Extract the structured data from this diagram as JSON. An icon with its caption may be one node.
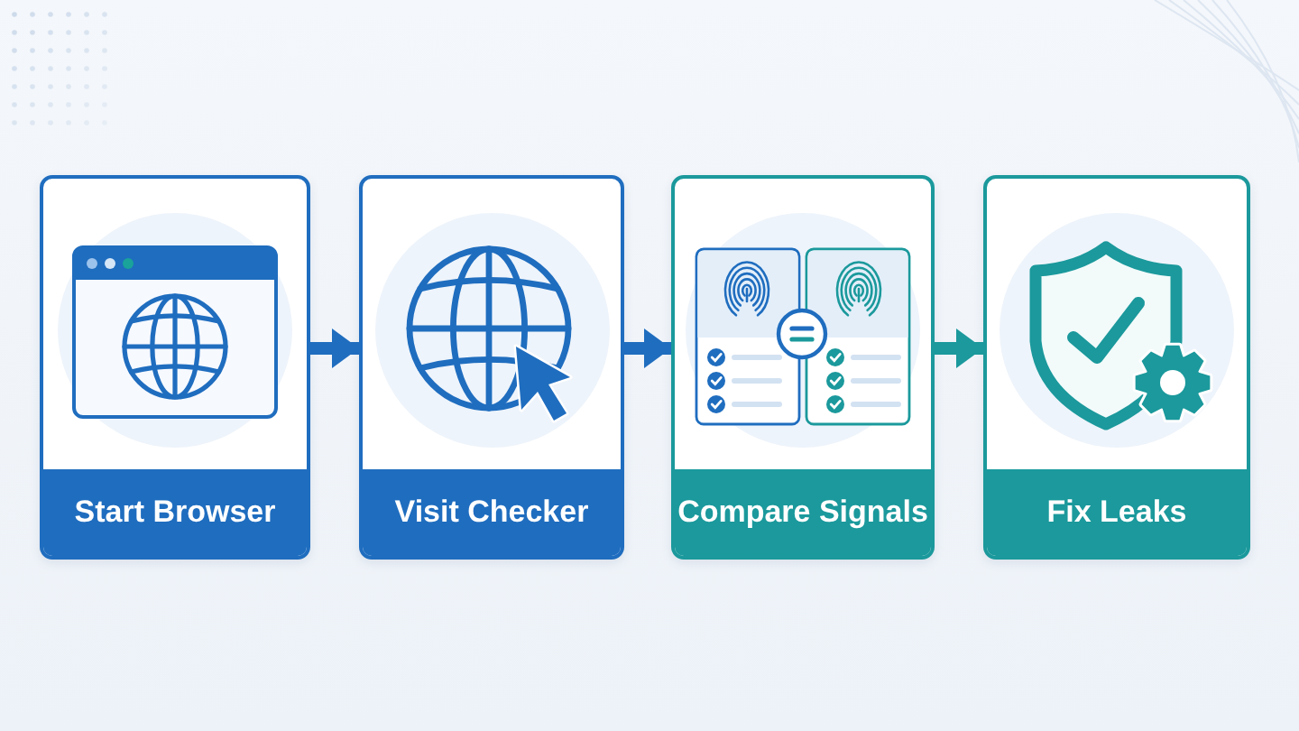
{
  "diagram": {
    "nodes": [
      {
        "text": [
          "Start Browser"
        ]
      },
      {
        "text": [
          "Visit Checker"
        ]
      },
      {
        "text": [
          "Compare Signals"
        ]
      },
      {
        "text": [
          "Fix Leaks"
        ]
      }
    ],
    "edges": [
      {
        "from": 0,
        "to": 1,
        "arrow": "to"
      },
      {
        "from": 1,
        "to": 2,
        "arrow": "to"
      },
      {
        "from": 2,
        "to": 3,
        "arrow": "to",
        "color": "#1b999c"
      }
    ]
  }
}
